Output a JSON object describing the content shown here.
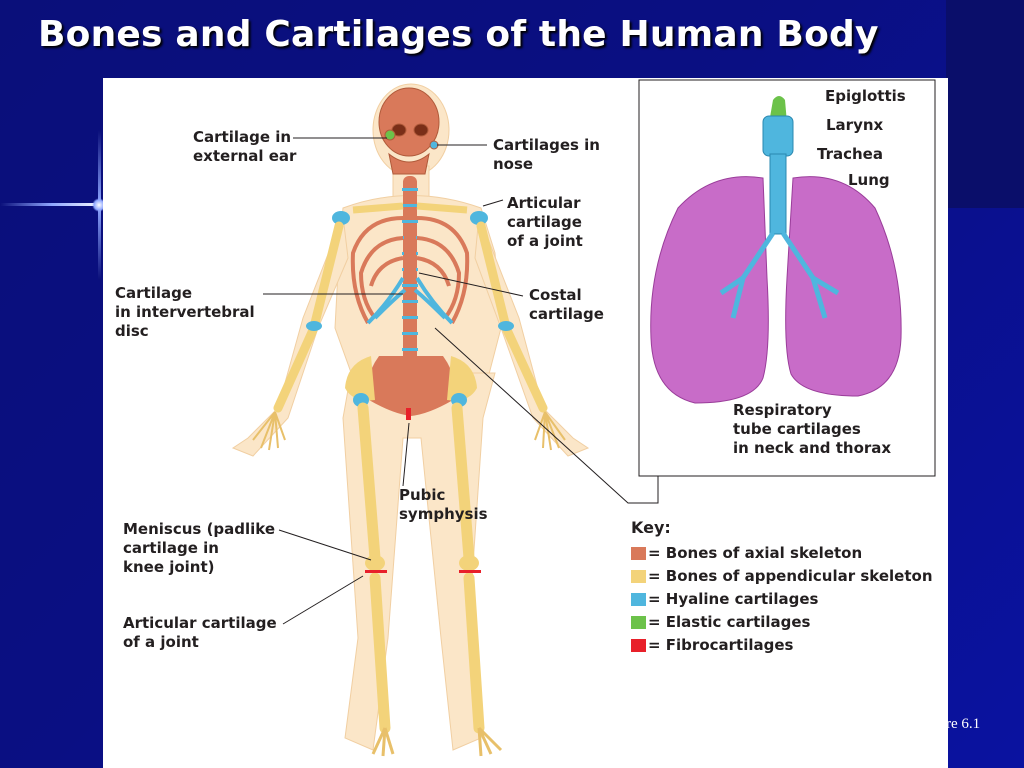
{
  "title": "Bones and Cartilages of the Human Body",
  "figure_ref": "re 6.1",
  "labels": {
    "ear": "Cartilage in\nexternal ear",
    "nose": "Cartilages in\nnose",
    "articular_upper": "Articular\ncartilage\nof a joint",
    "intervertebral": "Cartilage\nin intervertebral\ndisc",
    "costal": "Costal\ncartilage",
    "pubic": "Pubic\nsymphysis",
    "meniscus": "Meniscus (padlike\ncartilage in\nknee joint)",
    "articular_lower": "Articular cartilage\nof a joint",
    "epiglottis": "Epiglottis",
    "larynx": "Larynx",
    "trachea": "Trachea",
    "lung": "Lung",
    "respiratory": "Respiratory\ntube cartilages\nin neck and thorax"
  },
  "key": {
    "title": "Key:",
    "items": [
      {
        "text": "= Bones of axial skeleton",
        "color": "#d9795a"
      },
      {
        "text": "= Bones of appendicular skeleton",
        "color": "#f3d37a"
      },
      {
        "text": "= Hyaline cartilages",
        "color": "#4fb6de"
      },
      {
        "text": "= Elastic cartilages",
        "color": "#6cc24a"
      },
      {
        "text": "= Fibrocartilages",
        "color": "#e8202a"
      }
    ]
  },
  "colors": {
    "background": "#0a0f83",
    "axial_bone": "#d9795a",
    "appendicular_bone": "#f3d37a",
    "hyaline": "#4fb6de",
    "elastic": "#6cc24a",
    "fibro": "#e8202a",
    "lung": "#c86cc8",
    "body_outline": "#fbe6c8"
  }
}
